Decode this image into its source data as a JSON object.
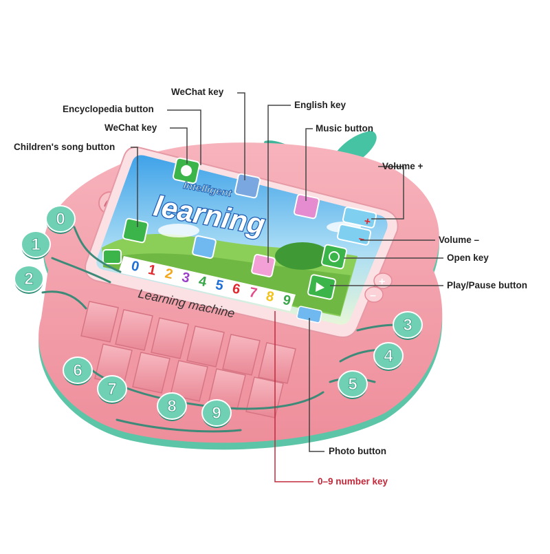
{
  "callouts": {
    "wechat_key_top": "WeChat key",
    "encyclopedia_button": "Encyclopedia button",
    "wechat_key_left": "WeChat key",
    "childrens_song_button": "Children's song button",
    "english_key": "English key",
    "music_button": "Music button",
    "volume_plus": "Volume +",
    "volume_minus": "Volume –",
    "open_key": "Open key",
    "play_pause_button": "Play/Pause button",
    "photo_button": "Photo button",
    "number_key": "0–9 number key"
  },
  "screen": {
    "title_small": "Intelligent",
    "title_big": "learning",
    "digits": [
      "0",
      "1",
      "2",
      "3",
      "4",
      "5",
      "6",
      "7",
      "8",
      "9"
    ]
  },
  "device": {
    "label": "Learning machine"
  },
  "number_buttons": [
    "0",
    "1",
    "2",
    "3",
    "4",
    "5",
    "6",
    "7",
    "8",
    "9"
  ],
  "volume_buttons": {
    "plus": "+",
    "minus": "–"
  },
  "colors": {
    "body_pink": "#f4a3ad",
    "teal": "#4cbf9f",
    "screen_bezel": "#fbe1e4",
    "callout_red": "#c0283a",
    "line_gray": "#444444"
  }
}
